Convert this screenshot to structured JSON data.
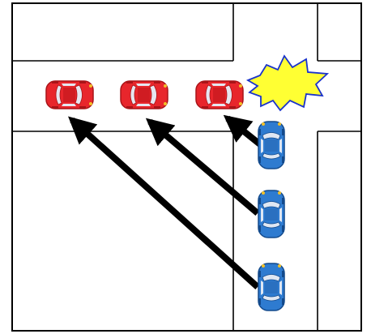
{
  "colors": {
    "background": "#ffffff",
    "road_line": "#000000",
    "red_car_body": "#e8262c",
    "red_car_dark": "#a91418",
    "red_car_glass": "#e6e6f0",
    "blue_car_body": "#2e7bd0",
    "blue_car_dark": "#134a8c",
    "blue_car_glass": "#dfe7f3",
    "car_light": "#f2c029",
    "arrow": "#000000",
    "burst_fill": "#ffff33",
    "burst_stroke": "#1a33cc"
  },
  "elements": {
    "red_cars": [
      {
        "name": "red-car-1",
        "icon": "red-car-icon",
        "heading": "right"
      },
      {
        "name": "red-car-2",
        "icon": "red-car-icon",
        "heading": "right"
      },
      {
        "name": "red-car-3",
        "icon": "red-car-icon",
        "heading": "right"
      }
    ],
    "blue_cars": [
      {
        "name": "blue-car-1",
        "icon": "blue-car-icon",
        "heading": "up"
      },
      {
        "name": "blue-car-2",
        "icon": "blue-car-icon",
        "heading": "up"
      },
      {
        "name": "blue-car-3",
        "icon": "blue-car-icon",
        "heading": "up"
      }
    ],
    "arrows": [
      {
        "name": "arrow-1",
        "icon": "arrow-icon",
        "from": "blue-car-1",
        "to": "red-car-3"
      },
      {
        "name": "arrow-2",
        "icon": "arrow-icon",
        "from": "blue-car-2",
        "to": "red-car-2"
      },
      {
        "name": "arrow-3",
        "icon": "arrow-icon",
        "from": "blue-car-3",
        "to": "red-car-1"
      }
    ],
    "collision": {
      "name": "collision-burst",
      "icon": "collision-burst-icon"
    }
  }
}
